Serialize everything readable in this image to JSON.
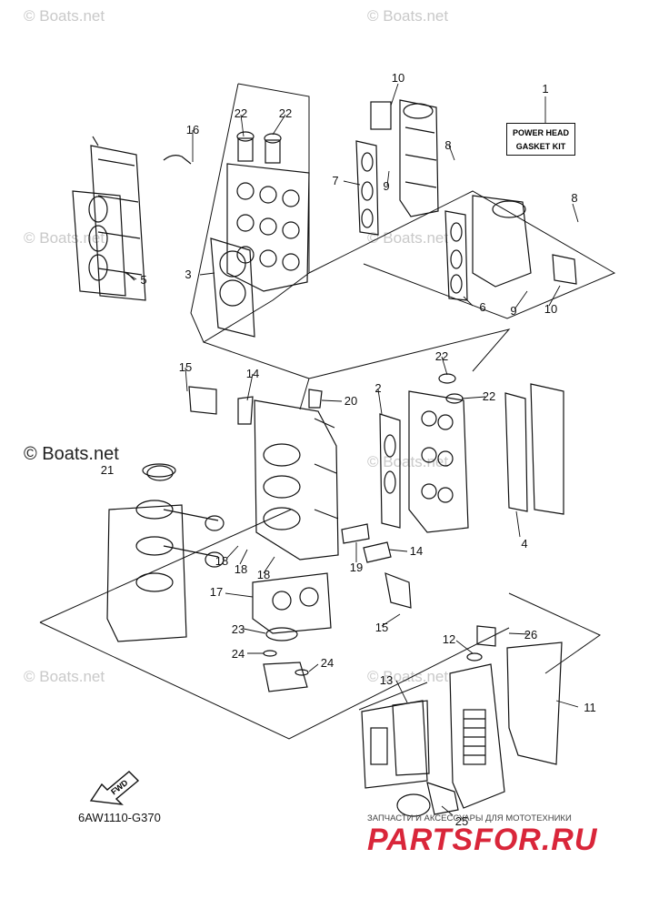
{
  "watermark": {
    "text": "© Boats.net",
    "color": "#c9c9c9"
  },
  "kit_label": {
    "line1": "POWER HEAD",
    "line2": "GASKET KIT"
  },
  "part_code": "6AW1110-G370",
  "fwd_label": "FWD",
  "logo": {
    "tagline": "ЗАПЧАСТИ И АКСЕССУАРЫ ДЛЯ МОТОТЕХНИКИ",
    "wordmark": "PARTSFOR.RU",
    "color": "#d9263a"
  },
  "callouts": [
    "1",
    "2",
    "3",
    "4",
    "5",
    "6",
    "7",
    "8",
    "8",
    "9",
    "9",
    "10",
    "10",
    "11",
    "12",
    "13",
    "14",
    "14",
    "15",
    "15",
    "16",
    "17",
    "18",
    "18",
    "18",
    "19",
    "20",
    "21",
    "22",
    "22",
    "22",
    "22",
    "23",
    "24",
    "24",
    "25",
    "26"
  ]
}
